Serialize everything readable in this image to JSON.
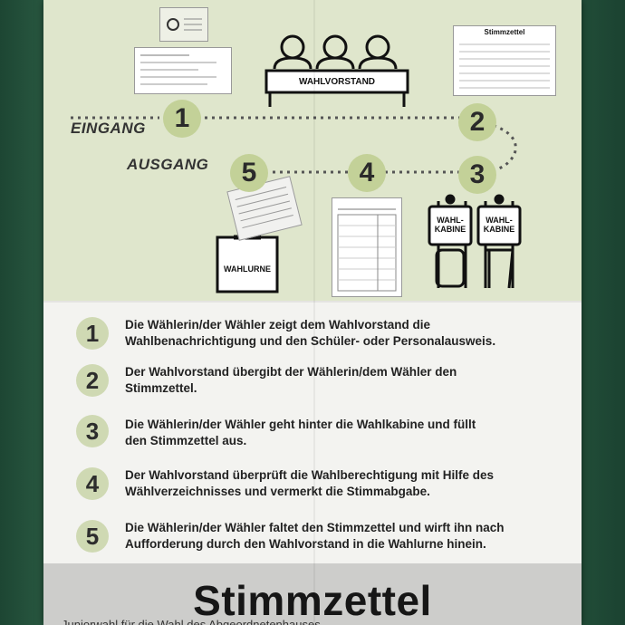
{
  "illustration": {
    "entrance_label": "EINGANG",
    "exit_label": "AUSGANG",
    "board_label": "WAHLVORSTAND",
    "urn_label": "WAHLURNE",
    "booth_label_1": "WAHL-\nKABINE",
    "booth_label_2": "WAHL-\nKABINE",
    "ballot_heading": "Stimmzettel",
    "path_numbers": [
      "1",
      "2",
      "3",
      "4",
      "5"
    ]
  },
  "steps": [
    {
      "num": "1",
      "text": "Die Wählerin/der Wähler zeigt dem Wahlvorstand die Wahlbenachrichtigung und den Schüler- oder Personalausweis."
    },
    {
      "num": "2",
      "text": "Der Wahlvorstand übergibt der Wählerin/dem Wähler den Stimmzettel."
    },
    {
      "num": "3",
      "text": "Die Wählerin/der Wähler geht hinter die Wahlkabine und füllt den Stimmzettel aus."
    },
    {
      "num": "4",
      "text": "Der Wahlvorstand überprüft die Wahlberechtigung mit Hilfe des Wählverzeichnisses und vermerkt die Stimmabgabe."
    },
    {
      "num": "5",
      "text": "Die Wählerin/der Wähler faltet den Stimmzettel und wirft ihn nach Aufforderung durch den Wahlvorstand in die Wahlurne hinein."
    }
  ],
  "footer": {
    "title": "Stimmzettel",
    "subtitle": "Juniorwahl für die Wahl des Abgeordnetenhauses"
  },
  "colors": {
    "poster_green": "#dfe6cc",
    "circle_green": "#c3d198",
    "wall_green": "#24523b"
  }
}
